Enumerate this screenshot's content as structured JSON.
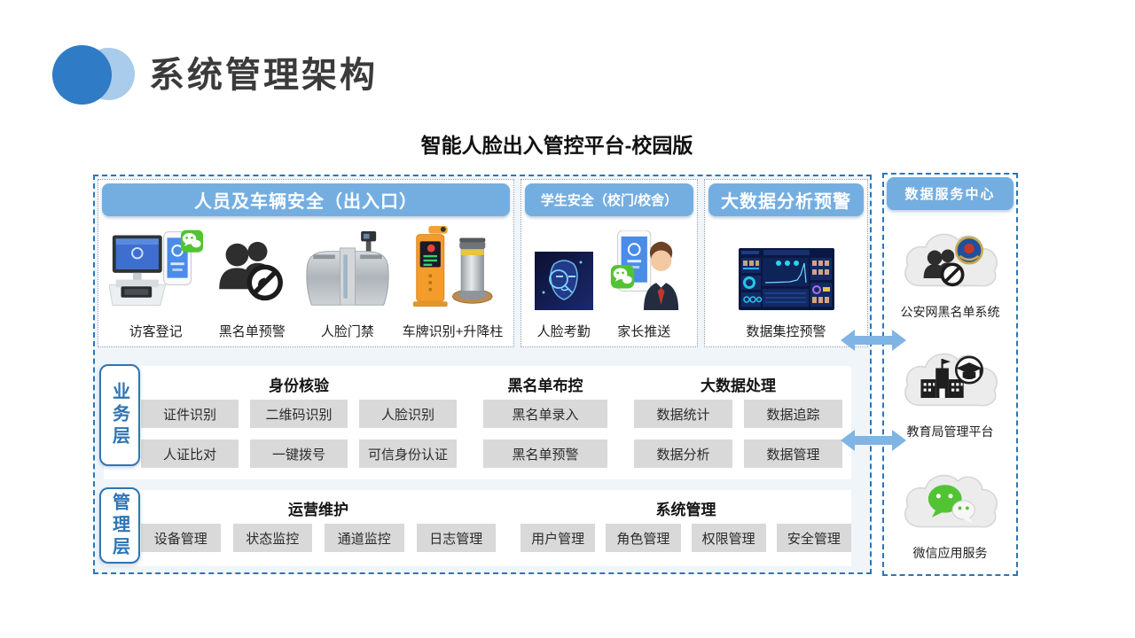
{
  "page": {
    "title": "系统管理架构",
    "subtitle": "智能人脸出入管控平台-校园版"
  },
  "entrance_section": {
    "header": "人员及车辆安全（出入口）",
    "items": [
      {
        "label": "访客登记",
        "icon": "visitor-kiosk"
      },
      {
        "label": "黑名单预警",
        "icon": "blacklist-alert"
      },
      {
        "label": "人脸门禁",
        "icon": "face-gate"
      },
      {
        "label": "车牌识别+升降柱",
        "icon": "plate-recognition-bollard"
      }
    ]
  },
  "student_section": {
    "header": "学生安全（校门/校舍）",
    "items": [
      {
        "label": "人脸考勤",
        "icon": "face-attendance"
      },
      {
        "label": "家长推送",
        "icon": "parent-push"
      }
    ]
  },
  "bigdata_section": {
    "header": "大数据分析预警",
    "items": [
      {
        "label": "数据集控预警",
        "icon": "data-dashboard"
      }
    ]
  },
  "business_layer": {
    "label": "业务层",
    "groups": [
      {
        "title": "身份核验",
        "items": [
          "证件识别",
          "二维码识别",
          "人脸识别",
          "人证比对",
          "一键拨号",
          "可信身份认证"
        ]
      },
      {
        "title": "黑名单布控",
        "items": [
          "黑名单录入",
          "黑名单预警"
        ]
      },
      {
        "title": "大数据处理",
        "items": [
          "数据统计",
          "数据追踪",
          "数据分析",
          "数据管理"
        ]
      }
    ]
  },
  "management_layer": {
    "label": "管理层",
    "groups": [
      {
        "title": "运营维护",
        "items": [
          "设备管理",
          "状态监控",
          "通道监控",
          "日志管理"
        ]
      },
      {
        "title": "系统管理",
        "items": [
          "用户管理",
          "角色管理",
          "权限管理",
          "安全管理"
        ]
      }
    ]
  },
  "data_center": {
    "header": "数据服务中心",
    "items": [
      {
        "label": "公安网黑名单系统",
        "icon": "police-blacklist-cloud"
      },
      {
        "label": "教育局管理平台",
        "icon": "education-bureau-cloud"
      },
      {
        "label": "微信应用服务",
        "icon": "wechat-service-cloud"
      }
    ]
  },
  "colors": {
    "header_blue": "#74AEE1",
    "border_blue": "#2E75B6",
    "main_box_bg": "#F0F5FA",
    "item_gray": "#D9D9D9",
    "logo_dark_circle": "#2F7BC5",
    "logo_light_circle": "#A9CBEC",
    "arrow_blue": "#7FB4E4",
    "wechat_green": "#52C332"
  }
}
